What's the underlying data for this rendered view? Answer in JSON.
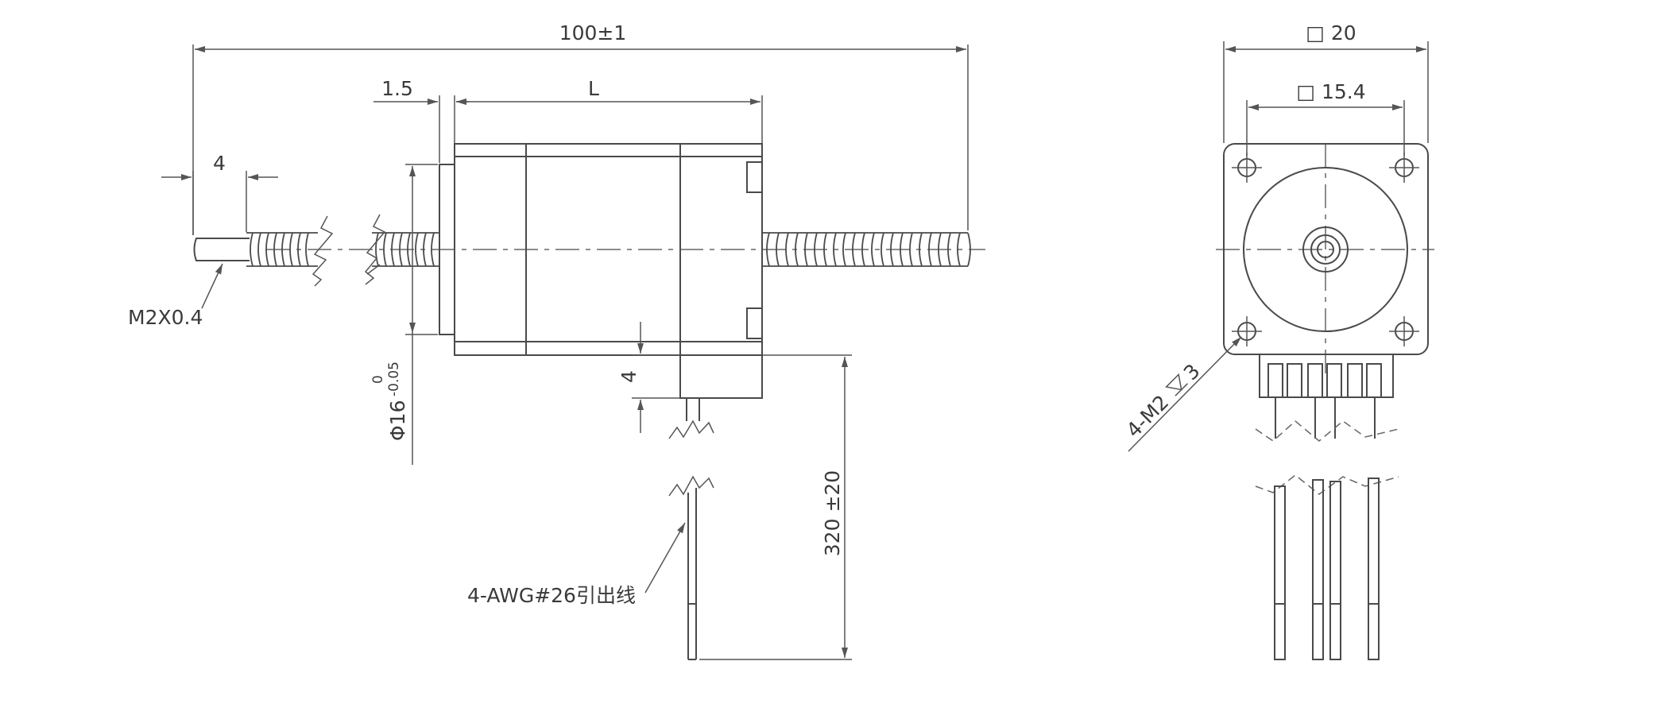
{
  "side_view": {
    "overall_length": "100±1",
    "flange_thickness": "1.5",
    "body_length": "L",
    "screw_tip_length": "4",
    "tip_thread": "M2X0.4",
    "pilot_diameter_main": "Φ16",
    "pilot_tol_upper": "0",
    "pilot_tol_lower": "-0.05",
    "lead_offset": "4",
    "lead_length": "320 ±20",
    "lead_wire": "4-AWG#26引出线"
  },
  "end_view": {
    "frame_size": "□ 20",
    "hole_spacing": "□ 15.4",
    "mounting_holes": "4-M2",
    "hole_depth": "3"
  }
}
